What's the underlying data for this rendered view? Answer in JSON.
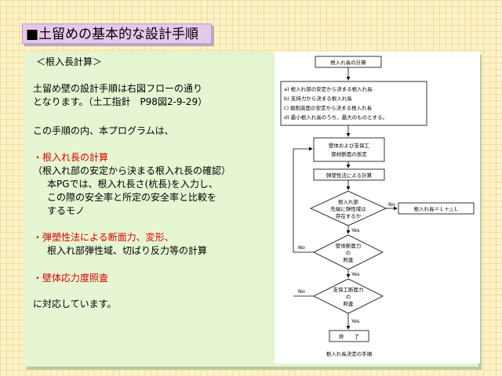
{
  "header": {
    "title": "■土留めの基本的な設計手順"
  },
  "body_text": {
    "heading": "＜根入長計算＞",
    "intro1": "土留め壁の設計手順は右図フローの通り",
    "intro2": "となります。（土工指針　P98図2-9-29）",
    "prog": "この手順の内、本プログラムは、",
    "item1_title": "・根入れ長の計算",
    "item1_l1": "（根入れ部の安定から決まる根入れ長の確認）",
    "item1_l2": "本PGでは、根入れ長さ(杭長)を入力し、",
    "item1_l3": "この際の安全率と所定の安全率と比較を",
    "item1_l4": "するモノ",
    "item2_title": "・弾塑性法による断面力、変形、",
    "item2_l1": "根入れ部弾性域、切ばり反力等の計算",
    "item3_title": "・壁体応力度照査",
    "closing": "に対応しています。"
  },
  "flowchart": {
    "start": "根入れ長の計算",
    "criteria": [
      "a) 根入れ部の安定から決まる根入れ長",
      "b) 支持力から決まる根入れ長",
      "c) 掘削底面の安定から決まる根入れ長",
      "d) 最小根入れ長のうち、最大のものとする。"
    ],
    "assume_1": "壁体および支保工",
    "assume_2": "部材断面の仮定",
    "calc": "弾塑性法による計算",
    "d1_1": "根入れ部",
    "d1_2": "先端に弾性域は",
    "d1_3": "存在するか",
    "result": "根入れ長＝Ｌ＋△Ｌ",
    "d2_1": "壁体断面力",
    "d2_2": "の",
    "d2_3": "照査",
    "d3_1": "支保工断面力",
    "d3_2": "の",
    "d3_3": "照査",
    "end": "終　　了",
    "yes": "Yes",
    "no": "No",
    "caption": "根入れ長決定の手順"
  }
}
